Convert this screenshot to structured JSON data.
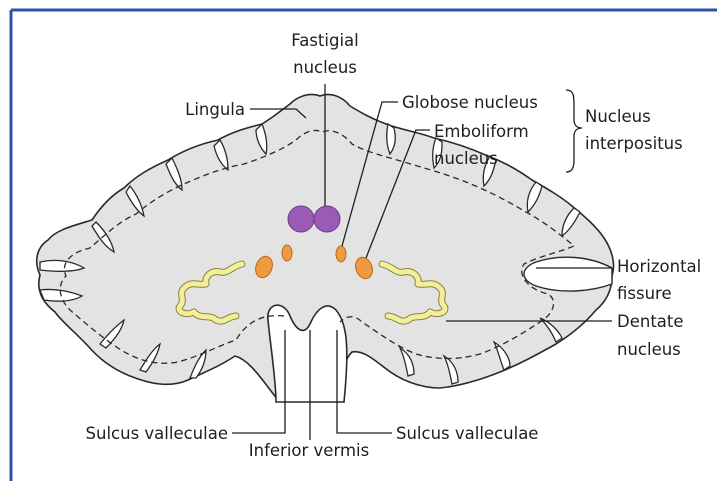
{
  "colors": {
    "frame": "#3350a8",
    "cortex_fill": "#e3e3e3",
    "outline": "#2a2a2a",
    "fastigial": "#9a5bb6",
    "globose_emboliform": "#ee9a40",
    "dentate": "#f3ee9a"
  },
  "labels": {
    "fastigial_line1": "Fastigial",
    "fastigial_line2": "nucleus",
    "lingula": "Lingula",
    "globose": "Globose nucleus",
    "emboliform_line1": "Emboliform",
    "emboliform_line2": "nucleus",
    "interpositus_line1": "Nucleus",
    "interpositus_line2": "interpositus",
    "horizontal_line1": "Horizontal",
    "horizontal_line2": "fissure",
    "dentate_line1": "Dentate",
    "dentate_line2": "nucleus",
    "sulcus_left": "Sulcus valleculae",
    "inferior_vermis": "Inferior vermis",
    "sulcus_right": "Sulcus valleculae"
  }
}
